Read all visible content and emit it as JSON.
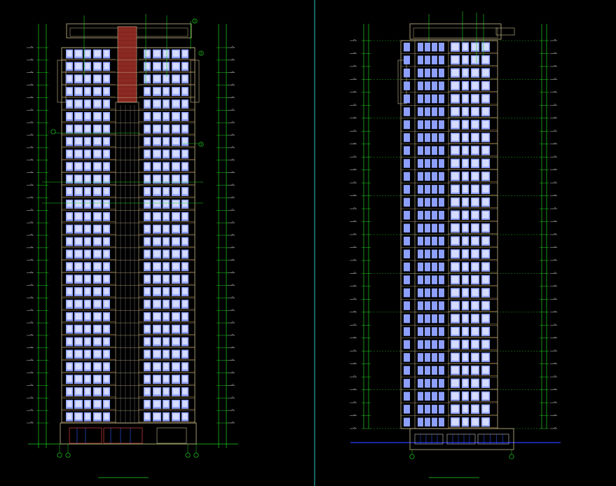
{
  "viewport": {
    "background": "#000000",
    "divider_color": "#2ec4c4"
  },
  "drawing": {
    "line_colors": {
      "dim": "#1fd11f",
      "outline": "#c9b98a",
      "window": "#8ea0ff",
      "glass": "#d6dcff",
      "core": "#8a2a22",
      "ground": "#2a3cff",
      "annotation": "#c8c8c8"
    },
    "floor_count": 30,
    "elevations": [
      {
        "id": "front",
        "caption": "",
        "scale": "",
        "axis_markers": [
          "1",
          "2",
          "3"
        ],
        "level_marks": []
      },
      {
        "id": "side",
        "caption": "",
        "scale": "",
        "axis_markers": [],
        "level_marks": []
      }
    ]
  }
}
